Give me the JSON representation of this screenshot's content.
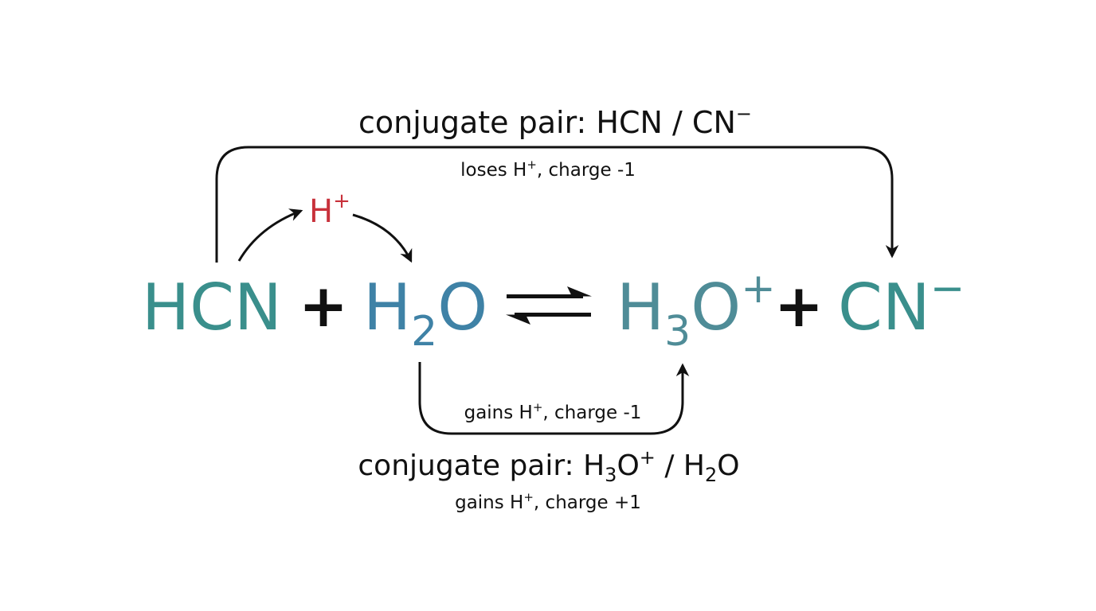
{
  "equation": {
    "hcn": "HCN",
    "plus_1": "+",
    "h2o_h": "H",
    "h2o_sub": "2",
    "h2o_o": "O",
    "h3o_h": "H",
    "h3o_sub": "3",
    "h3o_o": "O",
    "h3o_charge": "+",
    "plus_2": "+",
    "cn": "CN",
    "cn_charge": "−"
  },
  "proton": {
    "symbol": "H",
    "charge": "+"
  },
  "top_pair": {
    "title": "conjugate pair: HCN / CN",
    "title_charge": "−",
    "note_a": "loses H",
    "note_sup": "+",
    "note_b": ", charge -1"
  },
  "bottom_link": {
    "note_a": "gains H",
    "note_sup": "+",
    "note_b": ", charge -1"
  },
  "bottom_pair": {
    "title_a": "conjugate pair: H",
    "title_sub1": "3",
    "title_b": "O",
    "title_sup": "+",
    "title_c": " / H",
    "title_sub2": "2",
    "title_d": "O",
    "note_a": "gains H",
    "note_sup": "+",
    "note_b": ", charge +1"
  },
  "colors": {
    "hcn": "#3a8f8c",
    "h2o": "#3f82a6",
    "h3o": "#4f8c97",
    "cn": "#3a8f8c",
    "proton": "#c8313b",
    "ink": "#111111"
  }
}
